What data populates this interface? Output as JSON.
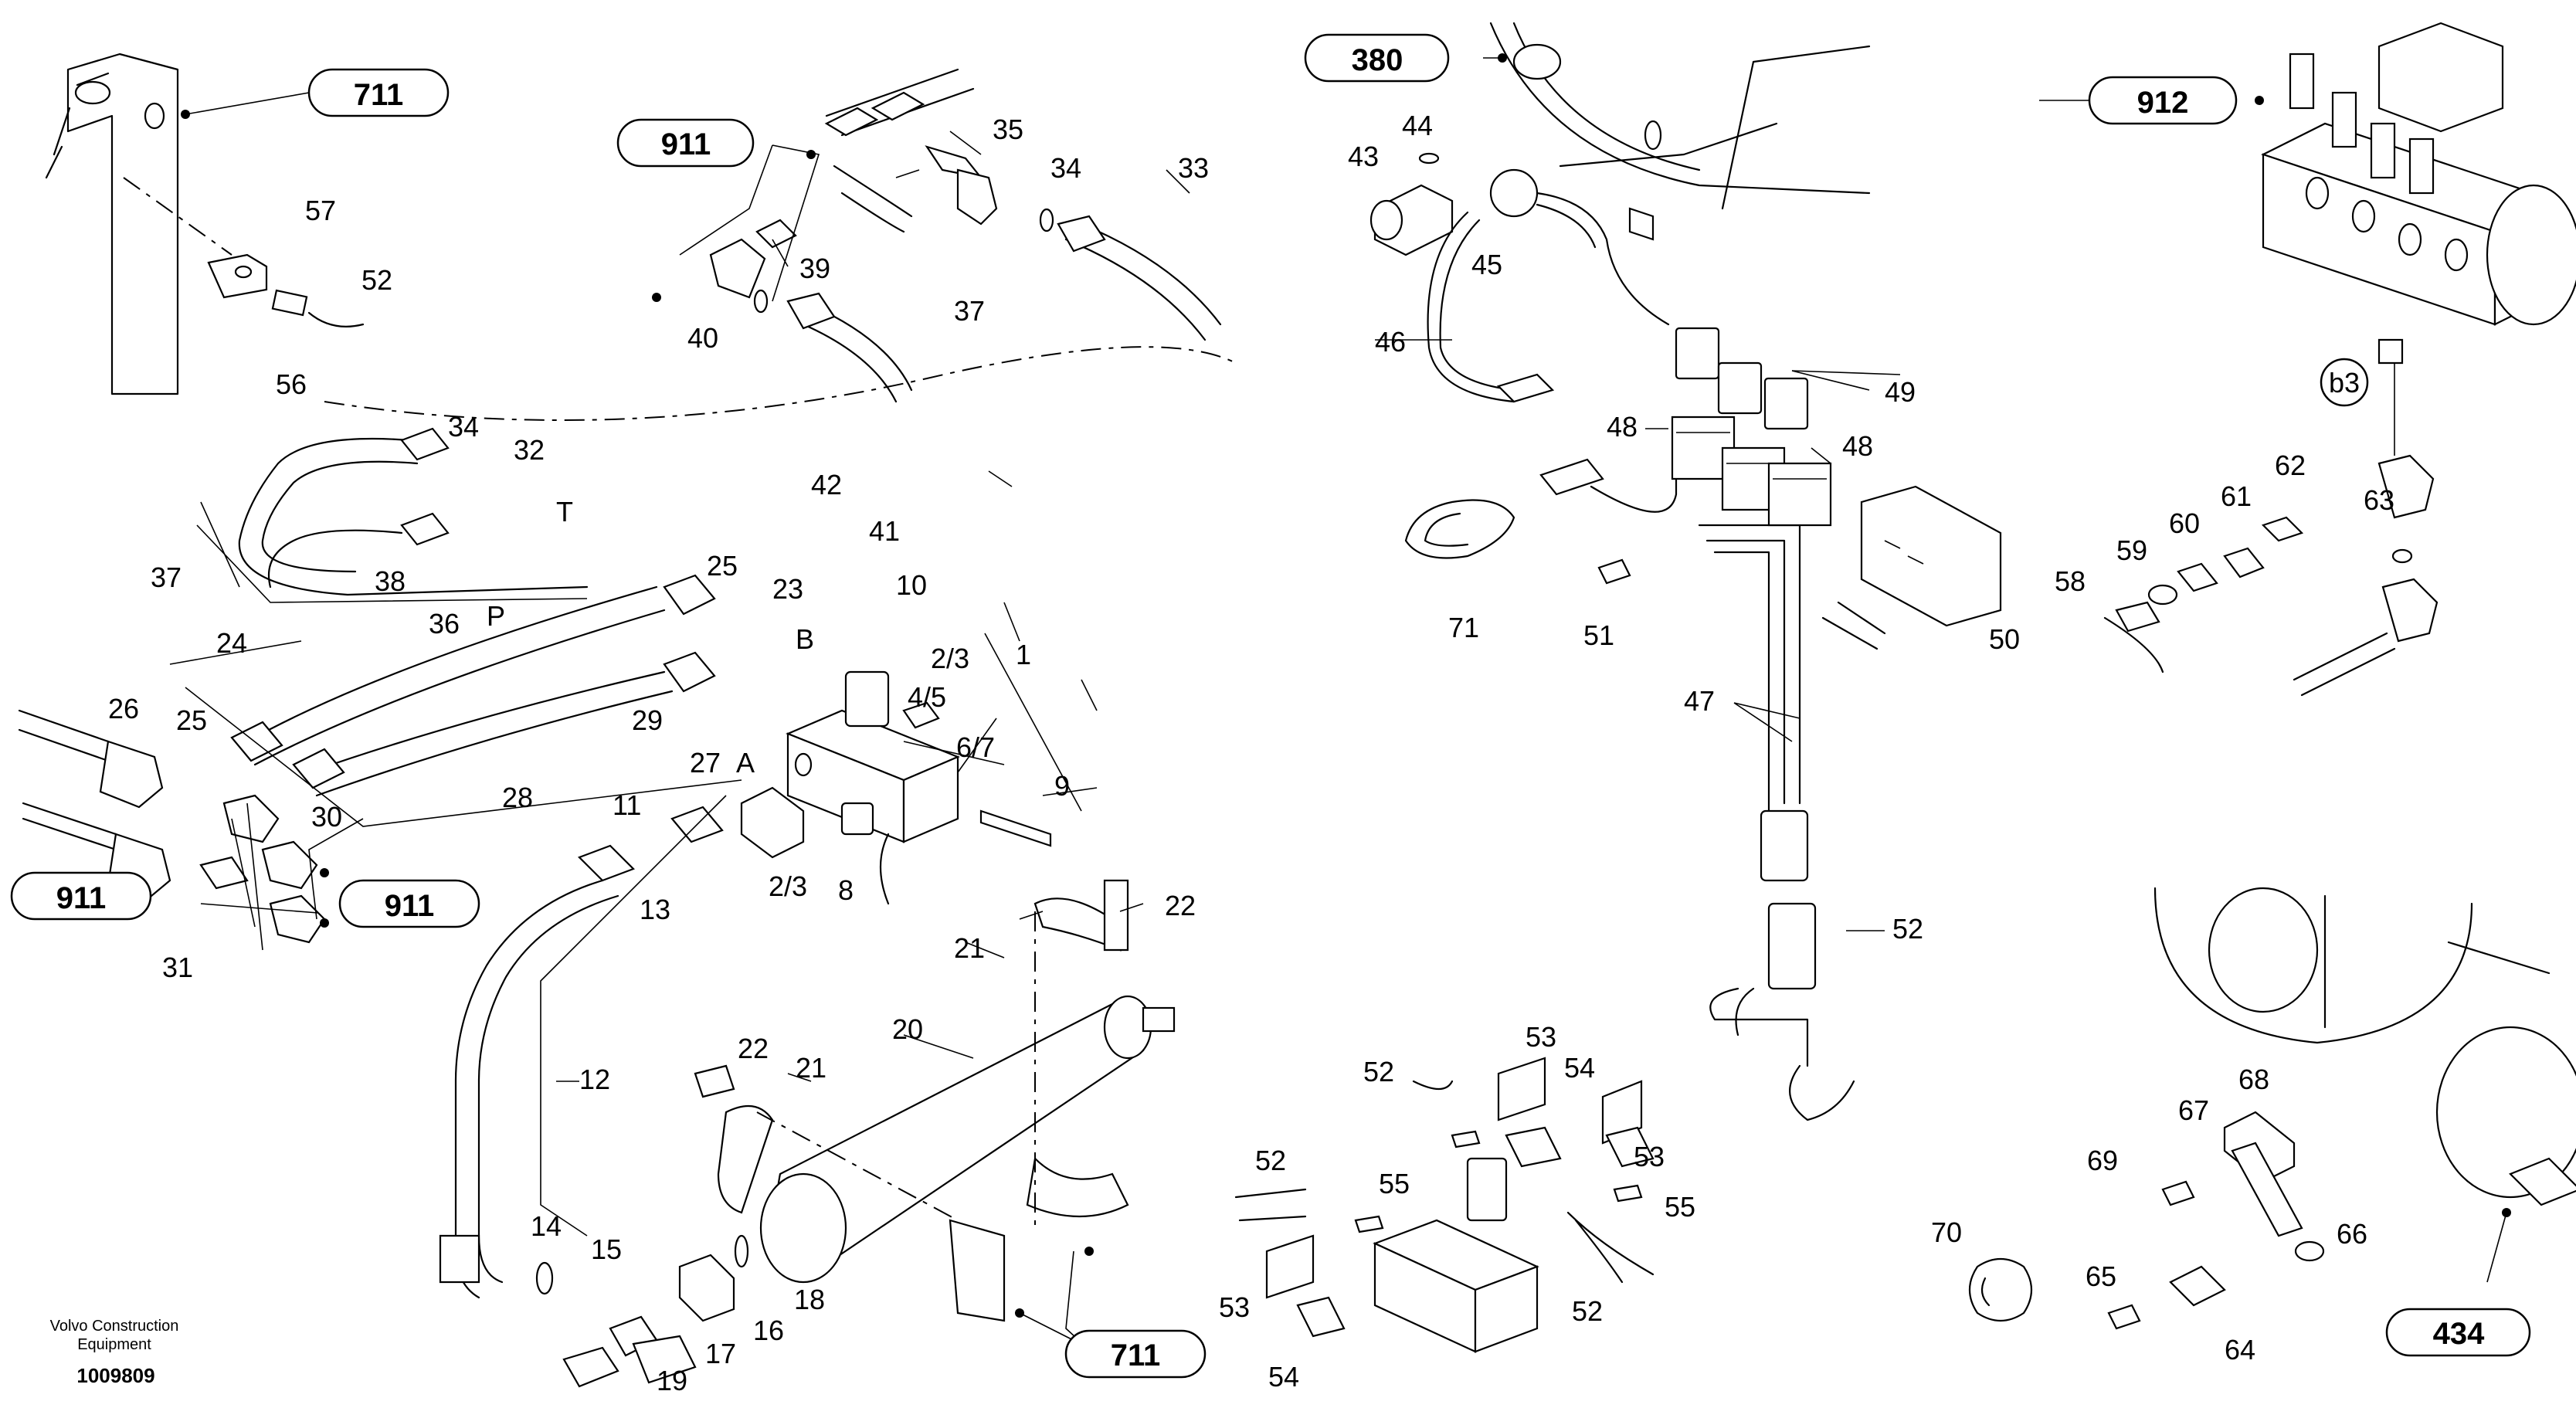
{
  "footer": {
    "company_line1": "Volvo Construction",
    "company_line2": "Equipment",
    "drawing_number": "1009809"
  },
  "reference_groups": [
    "711",
    "911",
    "911",
    "911",
    "711",
    "380",
    "912",
    "434"
  ],
  "part_labels": [
    "57",
    "52",
    "56",
    "35",
    "34",
    "33",
    "39",
    "37",
    "40",
    "34",
    "32",
    "T",
    "38",
    "36",
    "P",
    "37",
    "42",
    "41",
    "25",
    "23",
    "B",
    "10",
    "1",
    "24",
    "2/3",
    "4/5",
    "6/7",
    "26",
    "25",
    "29",
    "27",
    "A",
    "28",
    "30",
    "9",
    "11",
    "13",
    "31",
    "2/3",
    "8",
    "22",
    "21",
    "20",
    "12",
    "22",
    "21",
    "14",
    "15",
    "16",
    "18",
    "17",
    "19",
    "44",
    "43",
    "45",
    "46",
    "49",
    "48",
    "48",
    "71",
    "51",
    "50",
    "47",
    "52",
    "53",
    "52",
    "54",
    "53",
    "52",
    "55",
    "55",
    "53",
    "54",
    "52",
    "63",
    "62",
    "61",
    "60",
    "59",
    "58",
    "b3",
    "68",
    "67",
    "69",
    "66",
    "70",
    "65",
    "64"
  ]
}
